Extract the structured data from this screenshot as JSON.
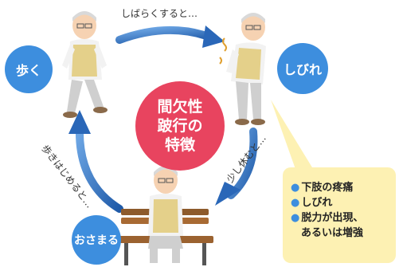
{
  "center": {
    "line1": "間欠性",
    "line2": "跛行の",
    "line3": "特徴"
  },
  "stages": {
    "walk": "歩く",
    "numbness": "しびれ",
    "rest": "おさまる"
  },
  "arrows": {
    "top": "しばらくすると…",
    "right": "少し休むと…",
    "left": "歩きはじめると…"
  },
  "symptoms": {
    "items": [
      "下肢の疼痛",
      "しびれ",
      "脱力が出現、"
    ],
    "continuation": "あるいは増強"
  },
  "colors": {
    "center": "#e8445f",
    "stage": "#3d8ede",
    "arrow": "#2a67b8",
    "callout": "#fdf1b3"
  },
  "icons": [
    "walking-elderly-man-illustration",
    "elderly-man-in-pain-illustration",
    "elderly-man-sitting-on-bench-illustration"
  ]
}
